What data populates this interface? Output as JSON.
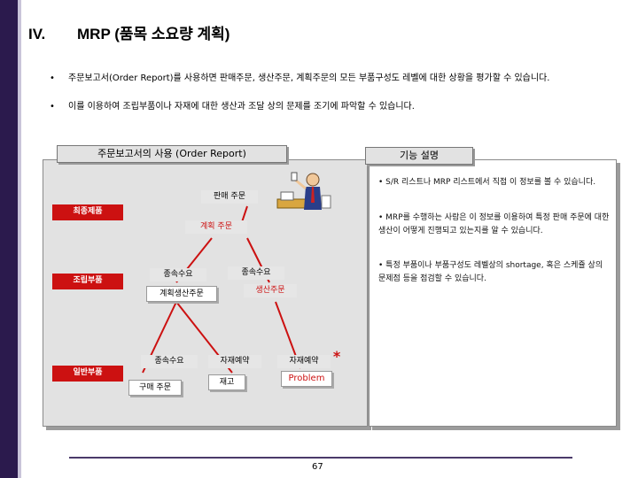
{
  "header": {
    "number": "IV.",
    "title": "MRP (품목 소요량 계획)"
  },
  "bullets": [
    {
      "dot": "•",
      "text": "주문보고서(Order Report)를 사용하면 판매주문, 생산주문, 계획주문의 모든 부품구성도 레벨에 대한 상황을 평가할 수 있습니다."
    },
    {
      "dot": "•",
      "text": "이를 이용하여 조립부품이나 자재에 대한 생산과 조달 상의 문제를 조기에 파악할 수 있습니다."
    }
  ],
  "main_panel": {
    "tab_label": "주문보고서의 사용 (Order Report)",
    "diagram": {
      "sales_order": "판매 주문",
      "final_product": "최종제품",
      "planned_order": "계획 주문",
      "assembly_part": "조립부품",
      "dependent_demand_1": "종속수요",
      "dependent_demand_2": "종속수요",
      "planned_production_order": "계획생산주문",
      "production_order": "생산주문",
      "general_part": "일반부품",
      "dependent_demand_3": "종속수요",
      "material_reservation_1": "자재예약",
      "material_reservation_2": "자재예약",
      "purchase_order": "구매 주문",
      "inventory": "재고",
      "problem": "Problem",
      "problem_mark": "*"
    }
  },
  "side_panel": {
    "tab_label": "기능 설명",
    "items": [
      "• S/R 리스트나 MRP 리스트에서 직접 이 정보를 볼 수 있습니다.",
      "• MRP를 수행하는 사람은 이 정보를 이용하여 특정 판매 주문에 대한 생산이 어떻게 진행되고 있는지를 알 수 있습니다.",
      "• 특정 부품이나 부품구성도 레벨상의 shortage, 혹은 스케쥴 상의 문제점 등을 점검할 수 있습니다."
    ]
  },
  "footer": {
    "page_number": "67"
  },
  "colors": {
    "accent_bar": "#2b1a4d",
    "red": "#cc1111",
    "panel_gray": "#e2e2e2"
  }
}
